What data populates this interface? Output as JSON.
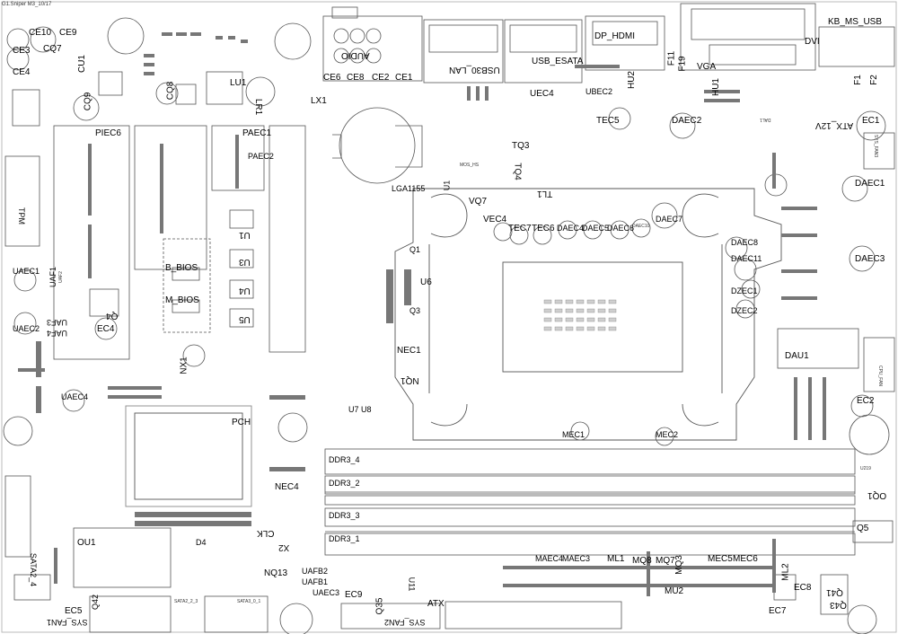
{
  "title": "G1.Sniper M3_10/17",
  "connectors": {
    "audio": "AUDIO",
    "usb30_lan": "USB30_LAN",
    "usb_esata": "USB_ESATA",
    "dp_hdmi": "DP_HDMI",
    "dvi": "DVI",
    "vga": "VGA",
    "kb_ms_usb": "KB_MS_USB",
    "atx_12v": "ATX_12V",
    "sys_fan3": "SYS_FAN3",
    "cpu_fan": "CPU_FAN",
    "atx": "ATX",
    "sys_fan2": "SYS_FAN2",
    "sys_fan1": "SYS_FAN1",
    "sata2_4": "SATA2_4",
    "sata2_2_3": "SATA2_2_3",
    "sata3_0_1": "SATA3_0_1",
    "tpm": "TPM",
    "b_bios": "B_BIOS",
    "m_bios": "M_BIOS",
    "pch": "PCH",
    "lga1155": "LGA1155",
    "mos_hs": "MOS_HS",
    "ddr3_4": "DDR3_4",
    "ddr3_2": "DDR3_2",
    "ddr3_3": "DDR3_3",
    "ddr3_1": "DDR3_1"
  },
  "labels_big": [
    "CE10",
    "CE9",
    "CE3",
    "CQ7",
    "CE4",
    "CU1",
    "CQ9",
    "CQ8",
    "LU1",
    "LR1",
    "CE6",
    "CE8",
    "CE2",
    "CE1",
    "LX1",
    "UEC4",
    "UBEC2",
    "HU2",
    "F11",
    "F19",
    "HU1",
    "F1",
    "F2",
    "EC1",
    "TEC5",
    "DAEC2",
    "DAL1",
    "TQ3",
    "TQ4",
    "U1",
    "TL1",
    "VQ7",
    "VEC4",
    "TEC7",
    "TEC6",
    "DAEC4",
    "DAEC5",
    "DAEC6",
    "DAEC10",
    "DAEC7",
    "DAEC1",
    "DAEC8",
    "DAEC11",
    "DAEC3",
    "DZEC1",
    "DZEC2",
    "DAU1",
    "EC2",
    "PIEC6",
    "PAEC1",
    "PAEC2",
    "U1",
    "U3",
    "U4",
    "U5",
    "UAEC1",
    "UAF1",
    "UAF2",
    "UAF3",
    "UAF4",
    "UAEC2",
    "Q4",
    "EC4",
    "NX1",
    "NEC1",
    "NQ1",
    "U6",
    "Q1",
    "Q3",
    "U7",
    "U8",
    "UAEC4",
    "MEC1",
    "MEC2",
    "NEC4",
    "CLK",
    "X2",
    "D4",
    "OU1",
    "Q42",
    "EC5",
    "NQ13",
    "UAFB2",
    "UAFB1",
    "UAEC3",
    "EC9",
    "Q35",
    "U11",
    "MAEC4",
    "MAEC3",
    "ML1",
    "MQ8",
    "MQ7",
    "MQ3",
    "MEC5",
    "MEC6",
    "ML2",
    "MU2",
    "EC8",
    "Q41",
    "EC7",
    "Q43",
    "Q5",
    "OQ1",
    "U219"
  ]
}
